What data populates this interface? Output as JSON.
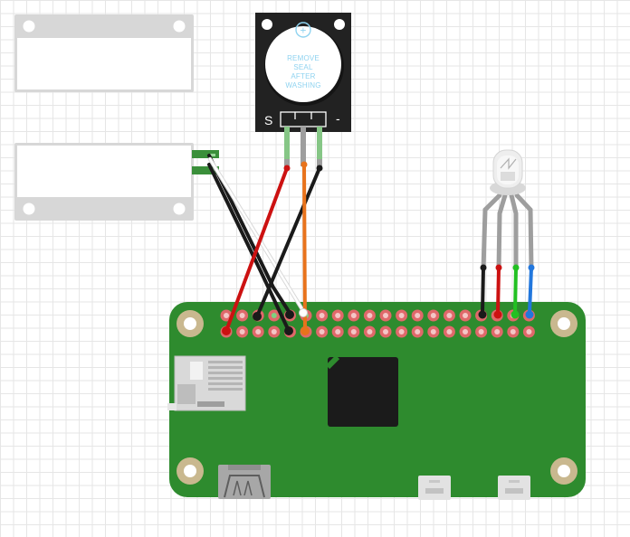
{
  "buzzer": {
    "label_lines": [
      "REMOVE",
      "SEAL",
      "AFTER",
      "WASHING"
    ],
    "pin_signal": "S",
    "pin_minus": "-",
    "plus_symbol": "+"
  },
  "colors": {
    "board_green": "#2e8b2e",
    "header_red": "#e0686a",
    "wire_red": "#cc1111",
    "wire_black": "#1a1a1a",
    "wire_orange": "#e8731c",
    "wire_white": "#ffffff",
    "wire_green": "#22c022",
    "wire_blue": "#2277dd",
    "buzzer_body": "#222222",
    "chip": "#1b1b1b"
  },
  "components": [
    "magnetic-door-sensor",
    "active-buzzer-module",
    "rgb-led",
    "raspberry-pi-zero"
  ]
}
